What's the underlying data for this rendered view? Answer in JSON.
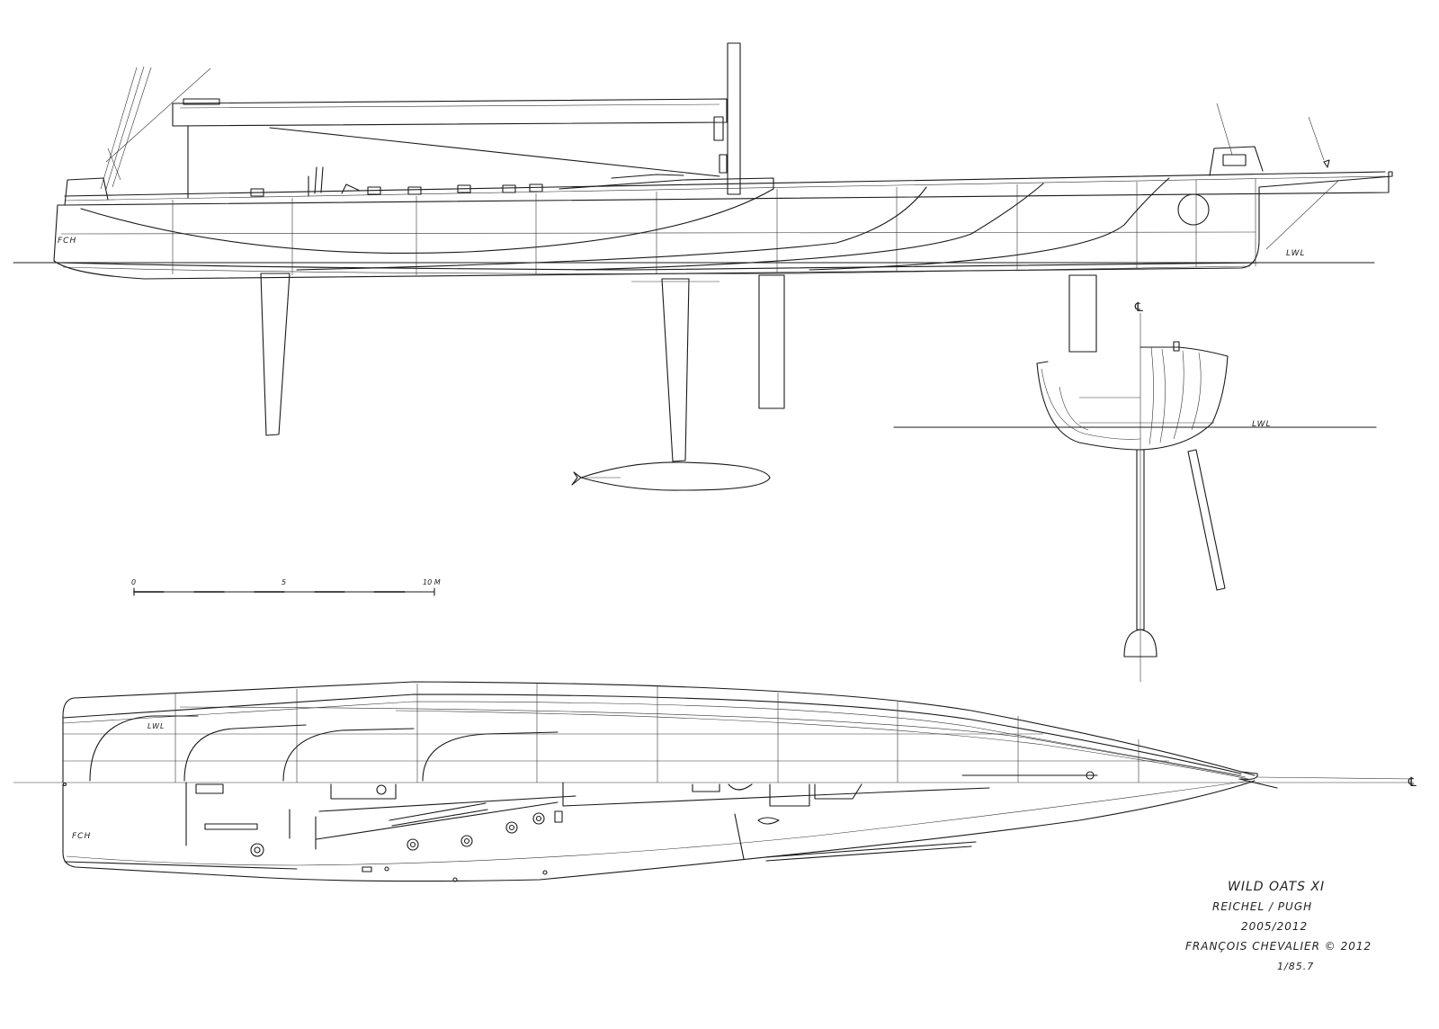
{
  "title_block": {
    "boat_name": "WILD OATS XI",
    "designer": "REICHEL / PUGH",
    "years": "2005/2012",
    "author": "FRANÇOIS CHEVALIER © 2012",
    "scale": "1/85.7"
  },
  "labels": {
    "lwl_profile": "LWL",
    "lwl_section": "LWL",
    "lwl_plan": "LWL",
    "centerline_symbol": "℄",
    "initials_profile": "FCH",
    "initials_plan": "FCH"
  },
  "scale_bar": {
    "start": "0",
    "mid": "5",
    "end": "10 M"
  }
}
